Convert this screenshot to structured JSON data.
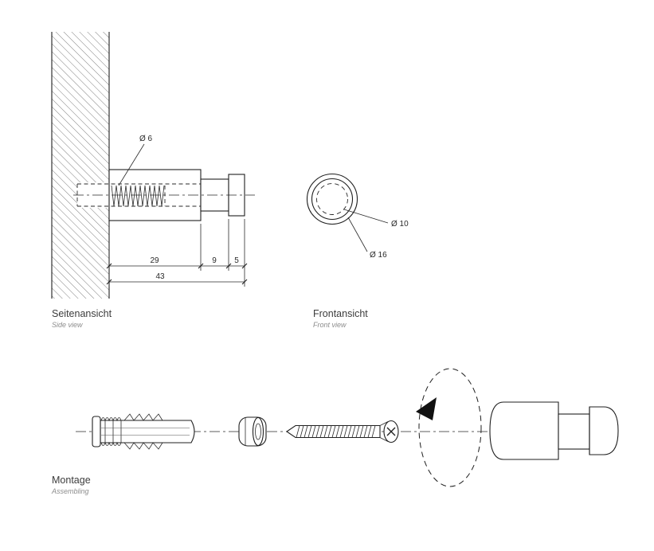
{
  "page": {
    "background_color": "#ffffff",
    "line_color": "#1f1f1f",
    "label_color": "#3c3c3c",
    "subtitle_color": "#8c8c8c"
  },
  "side_view": {
    "title": "Seitenansicht",
    "subtitle": "Side view",
    "labels": {
      "screw_diameter": "Ø 6",
      "dim_body_length": "29",
      "dim_neck_length": "9",
      "dim_disc_length": "5",
      "dim_total_length": "43"
    }
  },
  "front_view": {
    "title": "Frontansicht",
    "subtitle": "Front view",
    "labels": {
      "inner_diameter": "Ø 10",
      "outer_diameter": "Ø 16"
    }
  },
  "assembly": {
    "title": "Montage",
    "subtitle": "Assembling"
  }
}
